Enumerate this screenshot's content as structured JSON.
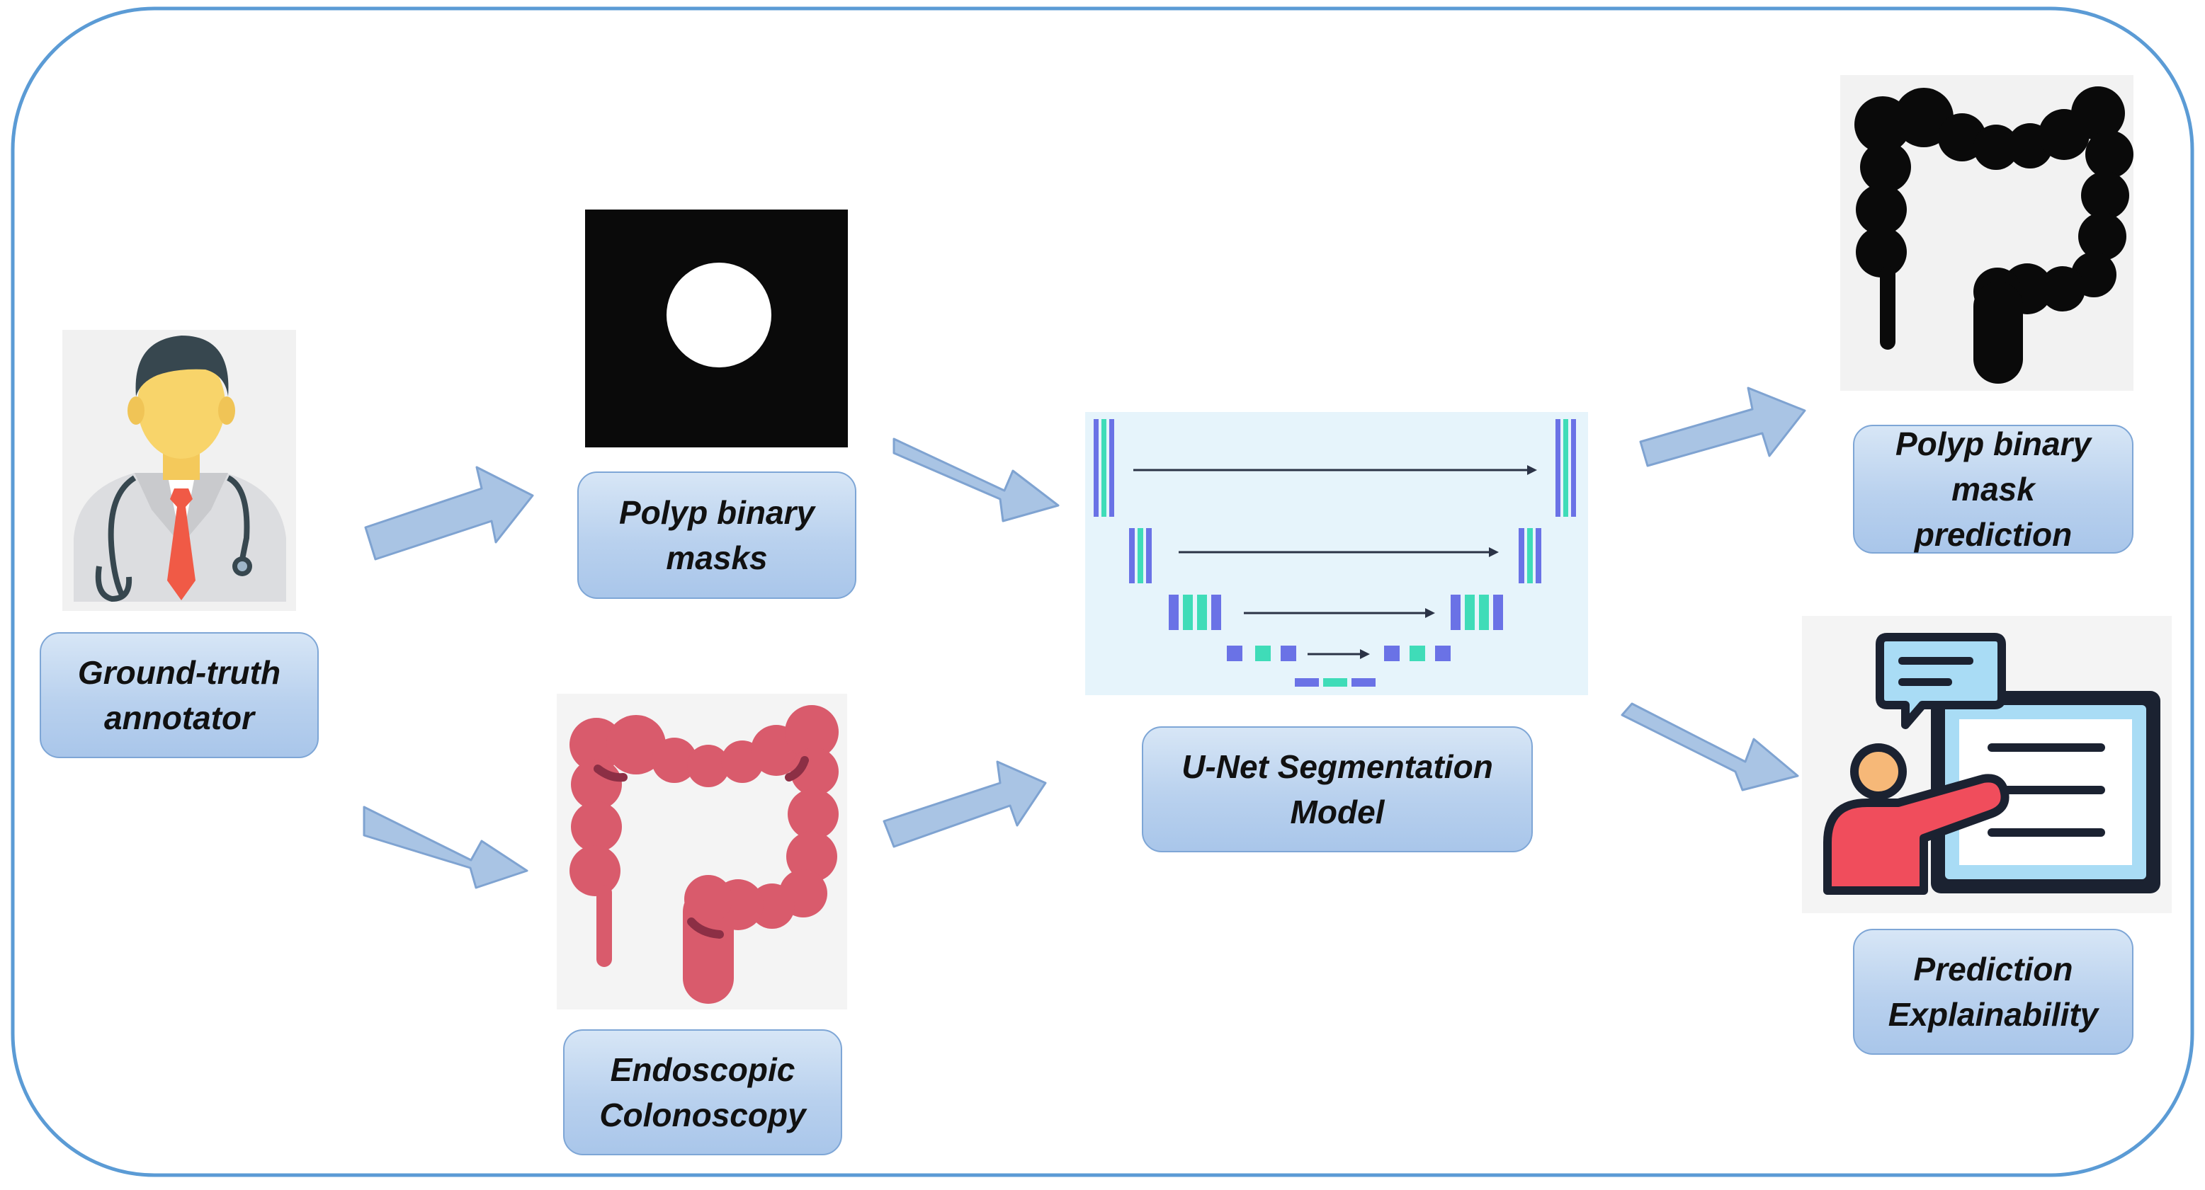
{
  "nodes": {
    "annotator": {
      "lines": [
        "Ground-truth",
        "annotator"
      ]
    },
    "masks": {
      "lines": [
        "Polyp binary",
        "masks"
      ]
    },
    "colonoscopy": {
      "lines": [
        "Endoscopic",
        "Colonoscopy"
      ]
    },
    "unet": {
      "lines": [
        "U-Net Segmentation",
        "Model"
      ]
    },
    "prediction": {
      "lines": [
        "Polyp binary",
        "mask",
        "prediction"
      ]
    },
    "explainability": {
      "lines": [
        "Prediction",
        "Explainability"
      ]
    }
  },
  "icons": {
    "annotator": "doctor-icon",
    "masks": "binary-mask-image",
    "colonoscopy": "colon-icon",
    "unet": "unet-architecture-icon",
    "prediction": "colon-mask-silhouette",
    "explainability": "presenter-board-icon"
  },
  "colors": {
    "frame": "#5b9bd5",
    "arrow_fill": "#a9c4e4",
    "arrow_stroke": "#7fa3d1",
    "box_fill_top": "#d7e6f6",
    "box_fill_bottom": "#a9c6ea",
    "colon": "#d95b6c",
    "colon_dark": "#8c2f45",
    "unet_blue": "#6a72e6",
    "unet_teal": "#3fdcb8",
    "unet_bg": "#e6f4fb",
    "presenter_red": "#f04d5c",
    "presenter_skin": "#f6b878",
    "presenter_blue": "#a9dcf5",
    "outline_dark": "#1b2231"
  }
}
